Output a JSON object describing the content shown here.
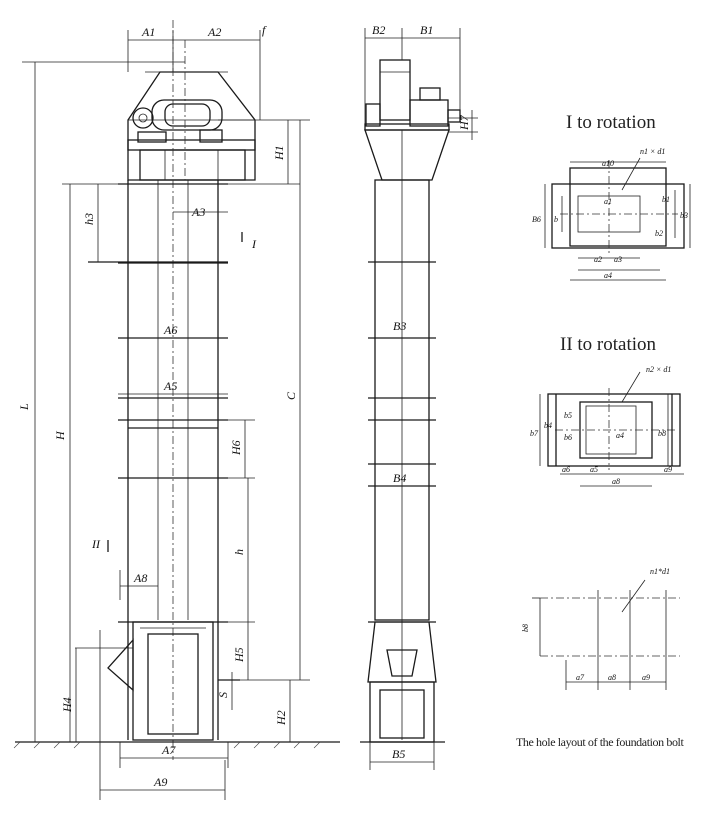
{
  "titles": {
    "rotation_1": "I to rotation",
    "rotation_2": "II to rotation",
    "foundation_caption": "The hole layout of the foundation bolt"
  },
  "front_view": {
    "top_dims": [
      "A1",
      "A2",
      "f"
    ],
    "vertical_dims": [
      "L",
      "H",
      "C",
      "h3",
      "H1",
      "H6",
      "h",
      "H5",
      "H4",
      "H2",
      "S"
    ],
    "width_dims": [
      "A3",
      "A6",
      "A5",
      "A8",
      "A7",
      "A9"
    ],
    "section_markers": [
      "I",
      "II"
    ]
  },
  "side_view": {
    "top_dims": [
      "B2",
      "B1"
    ],
    "labels": [
      "H7",
      "B3",
      "B4",
      "B5"
    ]
  },
  "detail_1": {
    "labels": [
      "n1 × d1",
      "a10",
      "a1",
      "b1",
      "b2",
      "b3",
      "B6",
      "b",
      "a2",
      "a3",
      "a4"
    ]
  },
  "detail_2": {
    "labels": [
      "n2 × d1",
      "b7",
      "b4",
      "b5",
      "b6",
      "a4",
      "b8",
      "a6",
      "a5",
      "a8",
      "a9"
    ]
  },
  "detail_3": {
    "labels": [
      "n1*d1",
      "b8",
      "a7",
      "a8",
      "a9"
    ]
  }
}
